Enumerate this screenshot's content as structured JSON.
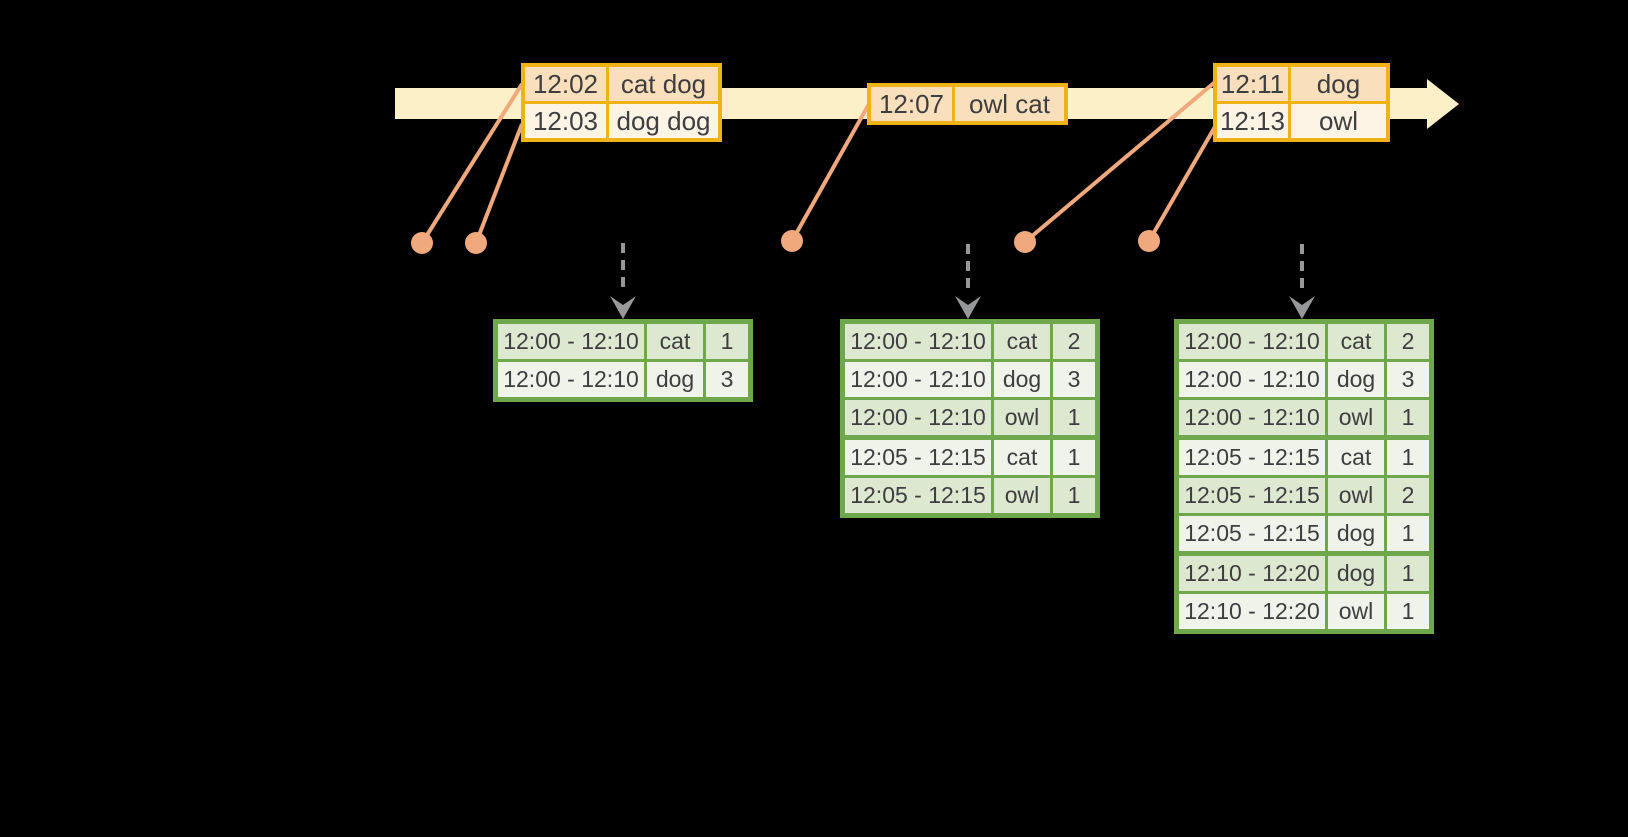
{
  "colors": {
    "background": "#000000",
    "text": "#3e3e3e",
    "timeline_band": "#fcf0c9",
    "event_table_border": "#f0b317",
    "event_row_tint": "#fadfbd",
    "event_row_light": "#fdf4e6",
    "connector_salmon": "#f0a87d",
    "result_table_border": "#6fa84c",
    "result_row_tint": "#dce8d0",
    "result_row_light": "#eff3ea",
    "trigger_arrow_gray": "#97989a"
  },
  "event_tables": [
    {
      "rows": [
        {
          "time": "12:02",
          "words": "cat dog"
        },
        {
          "time": "12:03",
          "words": "dog dog"
        }
      ]
    },
    {
      "rows": [
        {
          "time": "12:07",
          "words": "owl cat"
        }
      ]
    },
    {
      "rows": [
        {
          "time": "12:11",
          "words": "dog"
        },
        {
          "time": "12:13",
          "words": "owl"
        }
      ]
    }
  ],
  "result_tables": [
    {
      "group_breaks": [],
      "rows": [
        {
          "window": "12:00 - 12:10",
          "word": "cat",
          "count": "1"
        },
        {
          "window": "12:00 - 12:10",
          "word": "dog",
          "count": "3"
        }
      ]
    },
    {
      "group_breaks": [
        3
      ],
      "rows": [
        {
          "window": "12:00 - 12:10",
          "word": "cat",
          "count": "2"
        },
        {
          "window": "12:00 - 12:10",
          "word": "dog",
          "count": "3"
        },
        {
          "window": "12:00 - 12:10",
          "word": "owl",
          "count": "1"
        },
        {
          "window": "12:05 - 12:15",
          "word": "cat",
          "count": "1"
        },
        {
          "window": "12:05 - 12:15",
          "word": "owl",
          "count": "1"
        }
      ]
    },
    {
      "group_breaks": [
        3,
        6
      ],
      "rows": [
        {
          "window": "12:00 - 12:10",
          "word": "cat",
          "count": "2"
        },
        {
          "window": "12:00 - 12:10",
          "word": "dog",
          "count": "3"
        },
        {
          "window": "12:00 - 12:10",
          "word": "owl",
          "count": "1"
        },
        {
          "window": "12:05 - 12:15",
          "word": "cat",
          "count": "1"
        },
        {
          "window": "12:05 - 12:15",
          "word": "owl",
          "count": "2"
        },
        {
          "window": "12:05 - 12:15",
          "word": "dog",
          "count": "1"
        },
        {
          "window": "12:10 - 12:20",
          "word": "dog",
          "count": "1"
        },
        {
          "window": "12:10 - 12:20",
          "word": "owl",
          "count": "1"
        }
      ]
    }
  ]
}
